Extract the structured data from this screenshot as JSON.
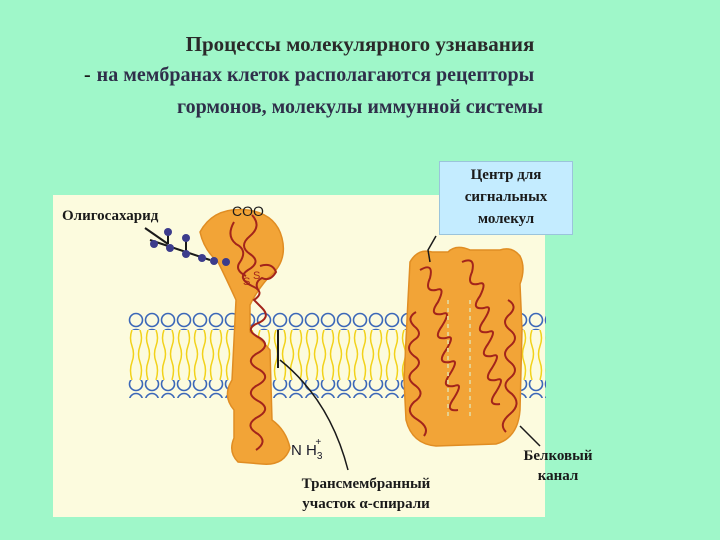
{
  "title": "Процессы молекулярного узнавания",
  "subtitle_dash": "-",
  "subtitle_line1": "на мембранах клеток располагаются рецепторы",
  "subtitle_line2": "гормонов, молекулы иммунной системы",
  "labels": {
    "oligosaccharide": "Олигосахарид",
    "coo": "COO",
    "signal_center": [
      "Центр для",
      "сигнальных",
      "молекул"
    ],
    "nh3": "N H",
    "nh3_sub": "3",
    "nh3_sup": "+",
    "transmembrane": [
      "Трансмембранный",
      "участок α-спирали"
    ],
    "channel": [
      "Белковый",
      "канал"
    ]
  },
  "colors": {
    "background": "#9ff7c9",
    "panel": "#fcfbde",
    "protein": "#f2a437",
    "helix": "#a3241b",
    "lipid_head": "#3b67b8",
    "lipid_tail": "#f2d21a",
    "label_box": "#c4ecff"
  }
}
